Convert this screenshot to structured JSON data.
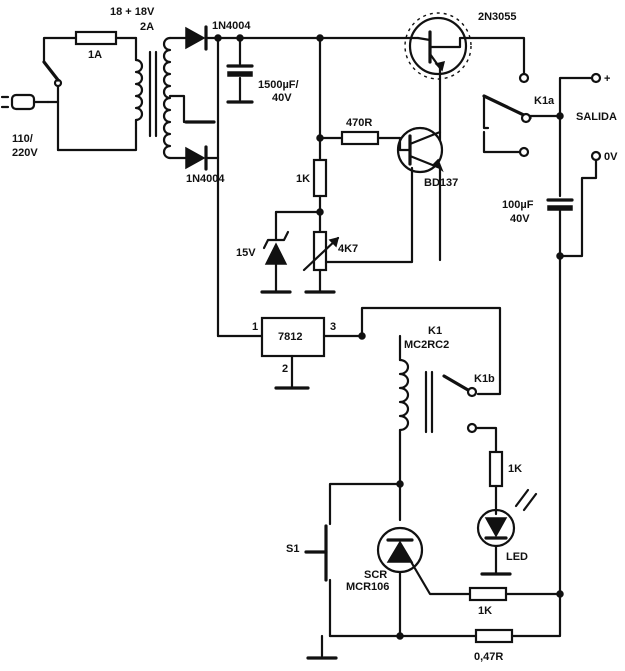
{
  "labels": {
    "transformer_voltage": "18 + 18V",
    "transformer_current": "2A",
    "fuse": "1A",
    "mains_voltage_1": "110/",
    "mains_voltage_2": "220V",
    "diode_top": "1N4004",
    "diode_bottom": "1N4004",
    "cap_filter_1": "1500µF/",
    "cap_filter_2": "40V",
    "power_transistor": "2N3055",
    "resistor_base": "470R",
    "driver_transistor": "BD137",
    "resistor_divider": "1K",
    "zener": "15V",
    "potentiometer": "4K7",
    "relay_contact_a": "K1a",
    "output_title": "SALIDA",
    "output_plus": "+",
    "output_zero": "0V",
    "cap_output_1": "100µF",
    "cap_output_2": "40V",
    "regulator": "7812",
    "reg_pin_1": "1",
    "reg_pin_2": "2",
    "reg_pin_3": "3",
    "relay": "K1",
    "relay_model": "MC2RC2",
    "relay_contact_b": "K1b",
    "resistor_led": "1K",
    "led": "LED",
    "switch": "S1",
    "scr": "SCR",
    "scr_model": "MCR106",
    "resistor_gate": "1K",
    "resistor_shunt": "0,47R"
  }
}
